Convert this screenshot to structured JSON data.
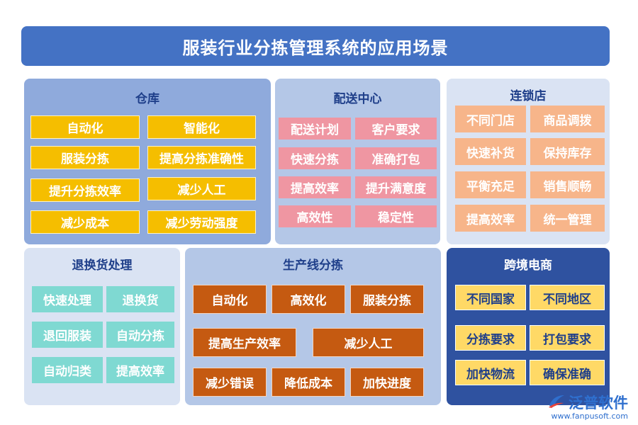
{
  "title": "服装行业分拣管理系统的应用场景",
  "colors": {
    "title_bg": "#4472c4",
    "warehouse_bg": "#8faadc",
    "distribution_bg": "#b4c7e7",
    "chain_bg": "#dae3f3",
    "returns_bg": "#dae3f3",
    "production_bg": "#b4c7e7",
    "crossborder_bg": "#2f52a0"
  },
  "sections": {
    "warehouse": {
      "title": "仓库",
      "items": [
        "自动化",
        "智能化",
        "服装分拣",
        "提高分拣准确性",
        "提升分拣效率",
        "减少人工",
        "减少成本",
        "减少劳动强度"
      ]
    },
    "distribution": {
      "title": "配送中心",
      "items": [
        "配送计划",
        "客户要求",
        "快速分拣",
        "准确打包",
        "提高效率",
        "提升满意度",
        "高效性",
        "稳定性"
      ]
    },
    "chain": {
      "title": "连锁店",
      "items": [
        "不同门店",
        "商品调拨",
        "快速补货",
        "保持库存",
        "平衡充足",
        "销售顺畅",
        "提高效率",
        "统一管理"
      ]
    },
    "returns": {
      "title": "退换货处理",
      "items": [
        "快速处理",
        "退换货",
        "退回服装",
        "自动分拣",
        "自动归类",
        "提高效率"
      ]
    },
    "production": {
      "title": "生产线分拣",
      "items": [
        "自动化",
        "高效化",
        "服装分拣",
        "提高生产效率",
        "减少人工",
        "减少错误",
        "降低成本",
        "加快进度"
      ]
    },
    "crossborder": {
      "title": "跨境电商",
      "items": [
        "不同国家",
        "不同地区",
        "分拣要求",
        "打包要求",
        "加快物流",
        "确保准确"
      ]
    }
  },
  "logo": {
    "name": "泛普软件",
    "url": "www.fanpusoft.com",
    "icon": "fanpu-logo-icon"
  }
}
